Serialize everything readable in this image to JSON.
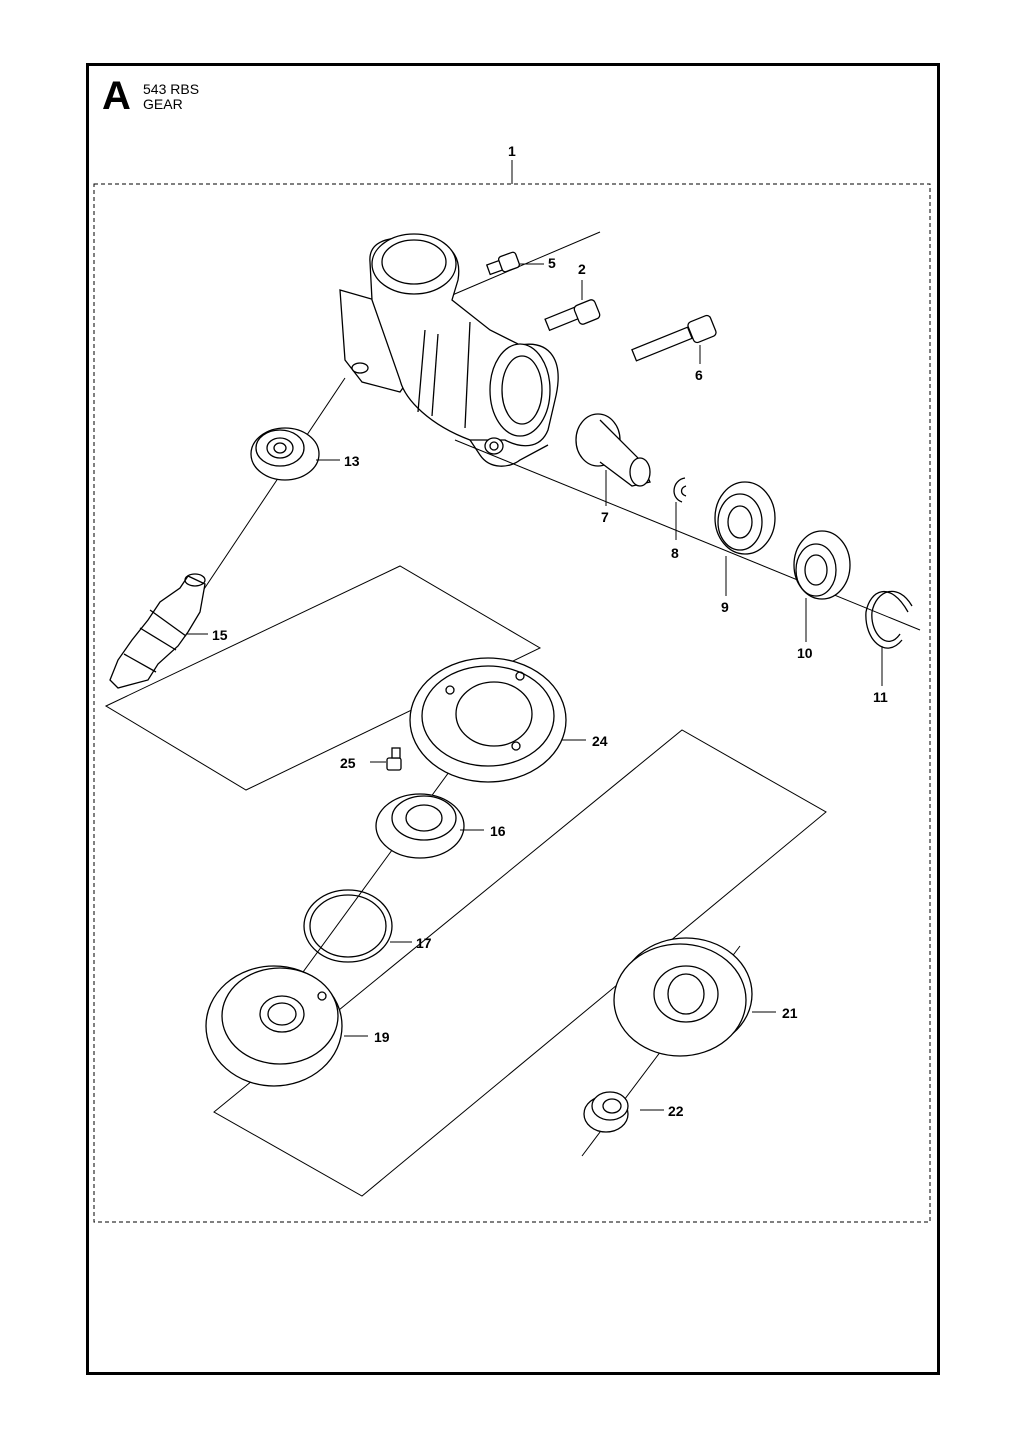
{
  "header": {
    "section_letter": "A",
    "model": "543 RBS",
    "title": "GEAR"
  },
  "callouts": [
    {
      "id": "c1",
      "label": "1"
    },
    {
      "id": "c2",
      "label": "2"
    },
    {
      "id": "c5",
      "label": "5"
    },
    {
      "id": "c6",
      "label": "6"
    },
    {
      "id": "c7",
      "label": "7"
    },
    {
      "id": "c8",
      "label": "8"
    },
    {
      "id": "c9",
      "label": "9"
    },
    {
      "id": "c10",
      "label": "10"
    },
    {
      "id": "c11",
      "label": "11"
    },
    {
      "id": "c13",
      "label": "13"
    },
    {
      "id": "c15",
      "label": "15"
    },
    {
      "id": "c16",
      "label": "16"
    },
    {
      "id": "c17",
      "label": "17"
    },
    {
      "id": "c19",
      "label": "19"
    },
    {
      "id": "c21",
      "label": "21"
    },
    {
      "id": "c22",
      "label": "22"
    },
    {
      "id": "c24",
      "label": "24"
    },
    {
      "id": "c25",
      "label": "25"
    }
  ]
}
